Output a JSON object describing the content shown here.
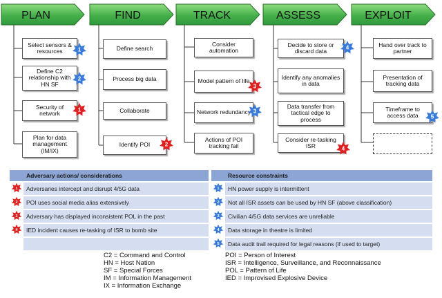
{
  "phases": [
    "PLAN",
    "FIND",
    "TRACK",
    "ASSESS",
    "EXPLOIT"
  ],
  "steps": {
    "plan": [
      "Select sensors & resources",
      "Define C2 relationship with HN SF",
      "Security of network",
      "Plan for data management (IM/IX)"
    ],
    "find": [
      "Define search",
      "Process big data",
      "Collaborate",
      "Identify POI"
    ],
    "track": [
      "Consider automation",
      "Model pattern of life",
      "Network redundancy",
      "Actions of POI tracking fail"
    ],
    "assess": [
      "Decide to store or discard data",
      "Identify any anomalies in data",
      "Data transfer from tactical edge to process",
      "Consider re-tasking ISR"
    ],
    "exploit": [
      "Hand over track to partner",
      "Presentation of tracking data",
      "Timeframe to access data"
    ]
  },
  "badges": {
    "red": [
      "1",
      "2",
      "3",
      "4"
    ],
    "blue": [
      "1",
      "2",
      "3",
      "4",
      "5"
    ]
  },
  "colors": {
    "phase_fill": "#2f9a3c",
    "phase_fill_light": "#7ccf6f",
    "red_star": "#e02020",
    "blue_star": "#3a7ad8",
    "table_header": "#8da5d4",
    "table_row": "#d5def0"
  },
  "table": {
    "left_header": "Adversary actions/ considerations",
    "right_header": "Resource constraints",
    "left_rows": [
      "Adversaries intercept and disrupt 4/5G data",
      "POI uses social media alias extensively",
      "Adversary has displayed inconsistent POL in the past",
      "IED incident causes re-tasking of ISR to bomb site",
      ""
    ],
    "right_rows": [
      "HN power supply is intermittent",
      "Not all ISR assets can be used by HN SF (above classification)",
      "Civilian 4/5G data services are unreliable",
      "Data storage in theatre is limited",
      "Data audit trail required for legal reasons (if used to target)"
    ]
  },
  "abbreviations": {
    "left": [
      "C2 = Command and Control",
      "HN = Host Nation",
      "SF = Special Forces",
      "IM = Information Management",
      "IX = Information Exchange"
    ],
    "right": [
      "POI = Person of Interest",
      "ISR = Intelligence, Surveillance, and Reconnaissance",
      "POL = Pattern of Life",
      "IED = Improvised Explosive Device"
    ]
  }
}
